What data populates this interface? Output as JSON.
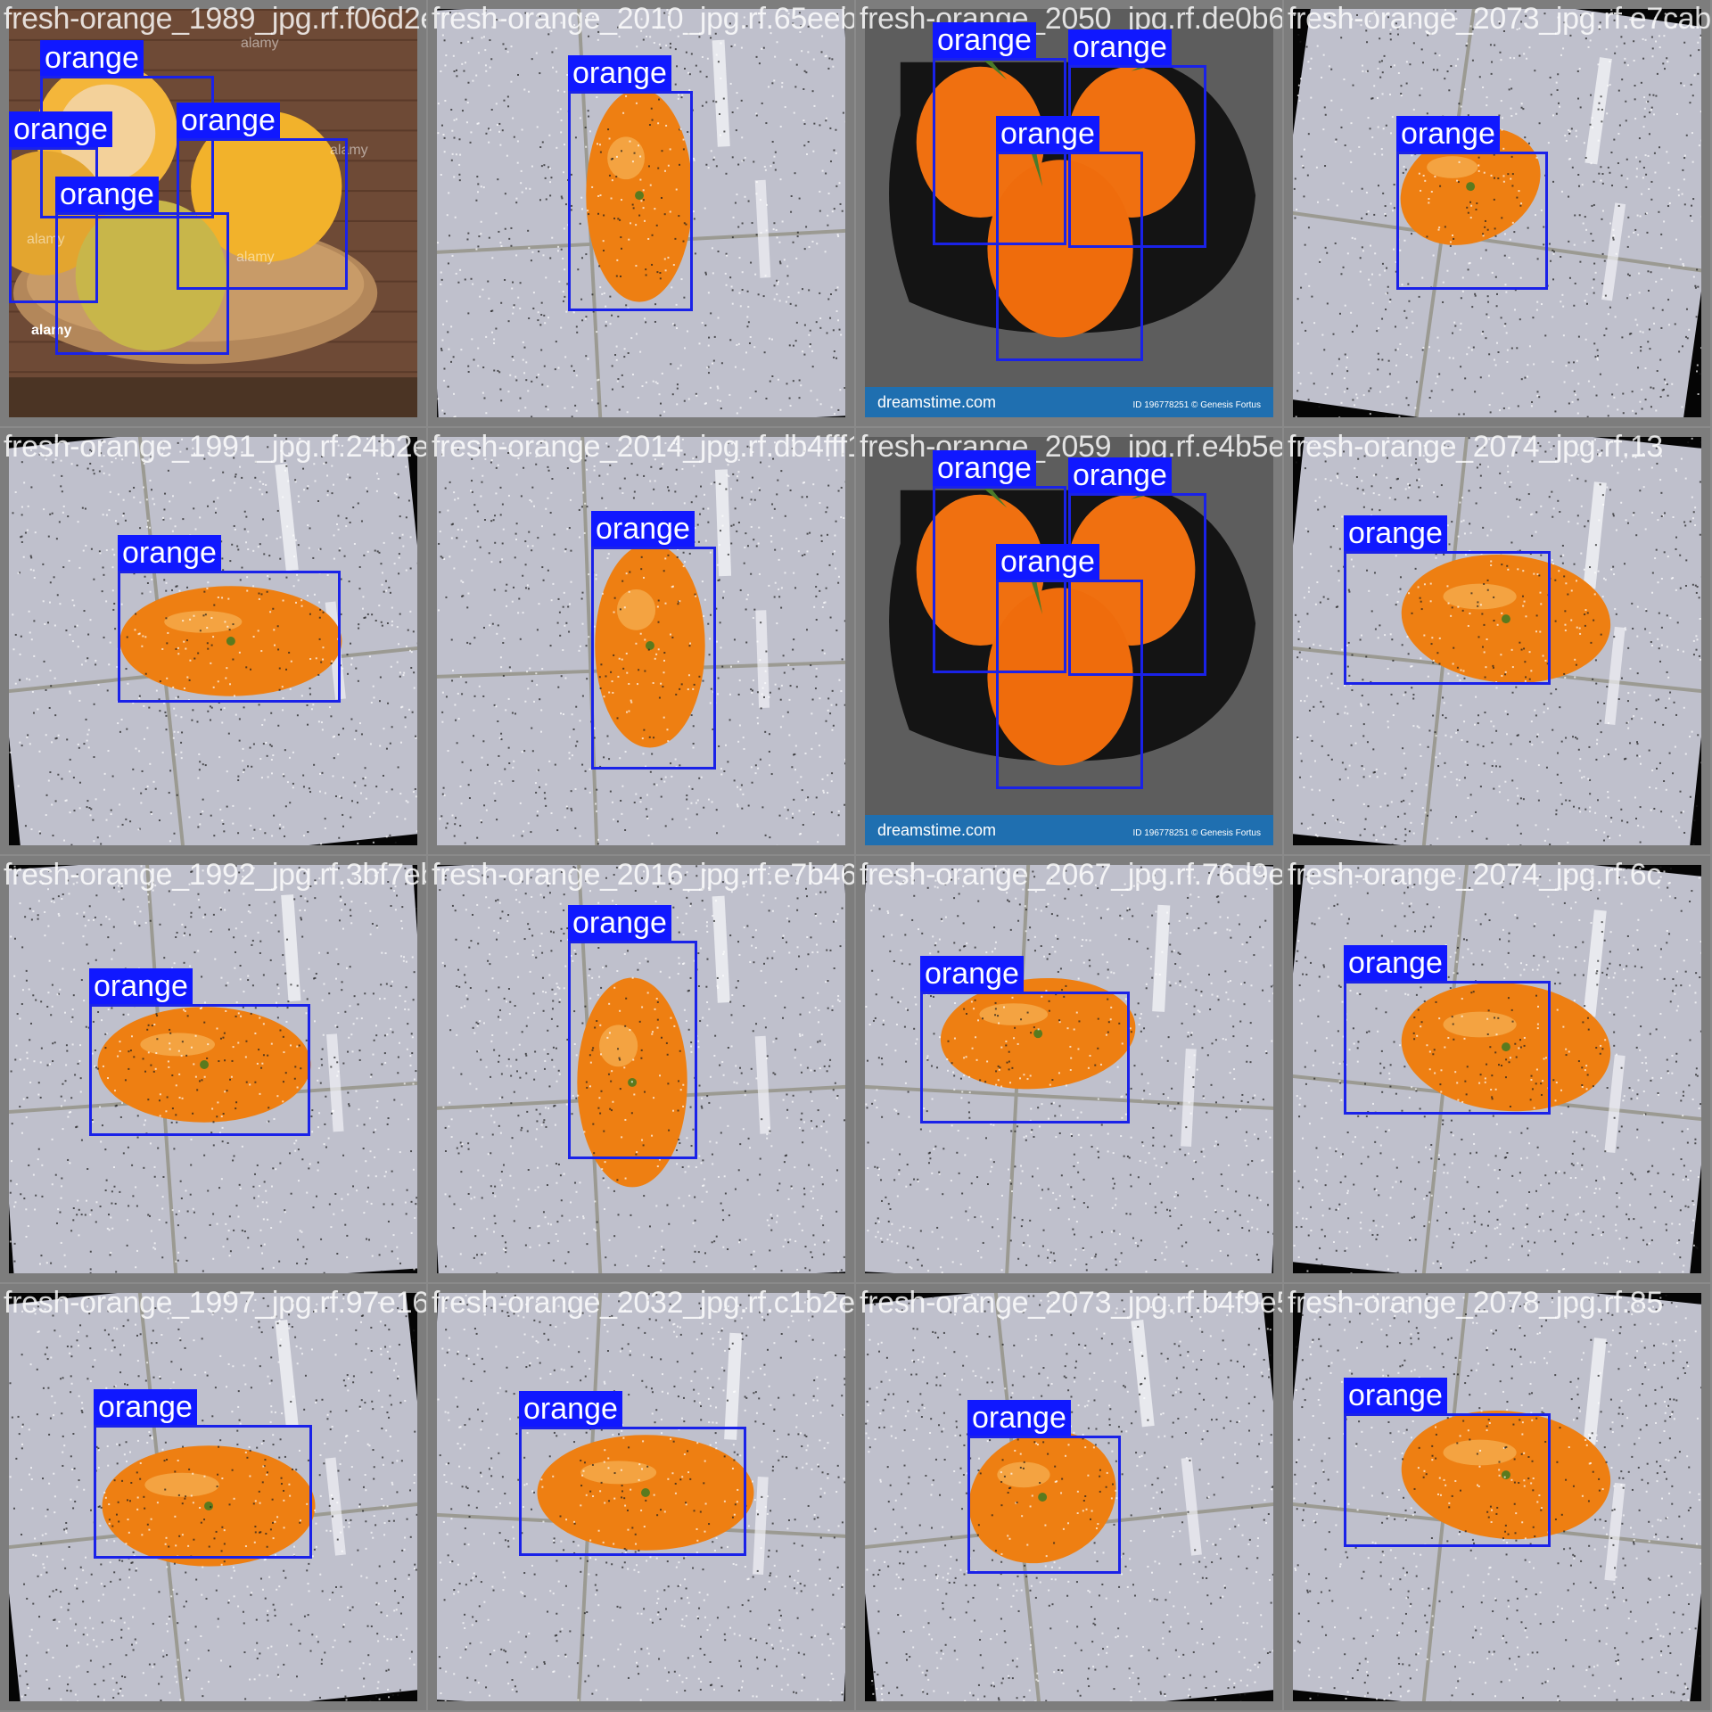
{
  "colors": {
    "box": "#1a22e8",
    "label_bg": "#1018ff",
    "label_text": "#ffffff"
  },
  "tiles": [
    {
      "filename": "fresh-orange_1989_jpg.rf.f06d2e53030be50210",
      "scene": "basket",
      "labels": [
        "orange",
        "orange",
        "orange",
        "orange"
      ],
      "watermarks": [
        "alamy",
        "alamy",
        "alamy",
        "alamy",
        "alamy"
      ]
    },
    {
      "filename": "fresh-orange_2010_jpg.rf.65eeb4f3c5d87e480",
      "scene": "tile",
      "labels": [
        "orange"
      ]
    },
    {
      "filename": "fresh-orange_2050_jpg.rf.de0b6ed9e7a7b9c072",
      "scene": "bowl",
      "labels": [
        "orange",
        "orange",
        "orange"
      ],
      "watermark_text": "dreamstime.com",
      "watermark_id": "ID 196778251 © Genesis Fortus"
    },
    {
      "filename": "fresh-orange_2073_jpg.rf.e7cab26e89b0d69220",
      "scene": "tile",
      "labels": [
        "orange"
      ]
    },
    {
      "filename": "fresh-orange_1991_jpg.rf.24b2e6c767521f2014",
      "scene": "tile",
      "labels": [
        "orange"
      ]
    },
    {
      "filename": "fresh-orange_2014_jpg.rf.db4fff1b722558205",
      "scene": "tile",
      "labels": [
        "orange"
      ]
    },
    {
      "filename": "fresh-orange_2059_jpg.rf.e4b5e34e4ce2a8074",
      "scene": "bowl",
      "labels": [
        "orange",
        "orange",
        "orange"
      ],
      "watermark_text": "dreamstime.com",
      "watermark_id": "ID 196778251 © Genesis Fortus"
    },
    {
      "filename": "fresh-orange_2074_jpg.rf.13",
      "scene": "tile",
      "labels": [
        "orange"
      ]
    },
    {
      "filename": "fresh-orange_1992_jpg.rf.3bf7eb4ea7d830",
      "scene": "tile",
      "labels": [
        "orange"
      ]
    },
    {
      "filename": "fresh-orange_2016_jpg.rf.e7b469b7e3bf8f2",
      "scene": "tile",
      "labels": [
        "orange"
      ]
    },
    {
      "filename": "fresh-orange_2067_jpg.rf.76d9e7b72513f542",
      "scene": "tile",
      "labels": [
        "orange"
      ]
    },
    {
      "filename": "fresh-orange_2074_jpg.rf.6c",
      "scene": "tile",
      "labels": [
        "orange"
      ]
    },
    {
      "filename": "fresh-orange_1997_jpg.rf.97e16fd16ab2994",
      "scene": "tile",
      "labels": [
        "orange"
      ]
    },
    {
      "filename": "fresh-orange_2032_jpg.rf.c1b2ef6e82397",
      "scene": "tile",
      "labels": [
        "orange"
      ]
    },
    {
      "filename": "fresh-orange_2073_jpg.rf.b4f9e5d4ca633b",
      "scene": "tile",
      "labels": [
        "orange"
      ]
    },
    {
      "filename": "fresh-orange_2078_jpg.rf.85",
      "scene": "tile",
      "labels": [
        "orange"
      ]
    }
  ]
}
